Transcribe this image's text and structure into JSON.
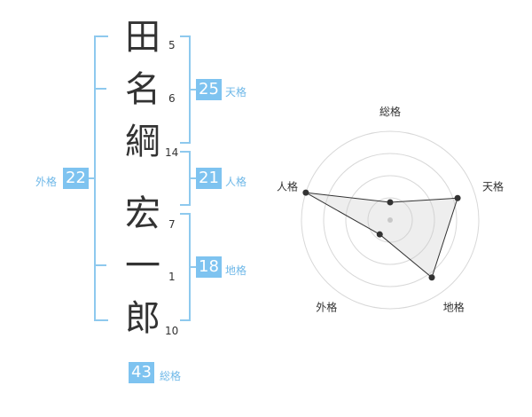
{
  "name_chars": [
    {
      "char": "田",
      "strokes": "5"
    },
    {
      "char": "名",
      "strokes": "6"
    },
    {
      "char": "綱",
      "strokes": "14"
    },
    {
      "char": "宏",
      "strokes": "7"
    },
    {
      "char": "一",
      "strokes": "1"
    },
    {
      "char": "郎",
      "strokes": "10"
    }
  ],
  "fortunes": {
    "tenkaku": {
      "value": "25",
      "label": "天格"
    },
    "jinkaku": {
      "value": "21",
      "label": "人格"
    },
    "chikaku": {
      "value": "18",
      "label": "地格"
    },
    "gaikaku": {
      "value": "22",
      "label": "外格"
    },
    "soukaku": {
      "value": "43",
      "label": "総格"
    }
  },
  "colors": {
    "accent": "#7ec3f0",
    "bracket": "#8ec9ee"
  },
  "chart_data": {
    "type": "radar",
    "axes": [
      "総格",
      "天格",
      "地格",
      "外格",
      "人格"
    ],
    "values": [
      0.2,
      0.8,
      0.8,
      0.2,
      1.0
    ],
    "max": 1.0,
    "rings": 4
  }
}
